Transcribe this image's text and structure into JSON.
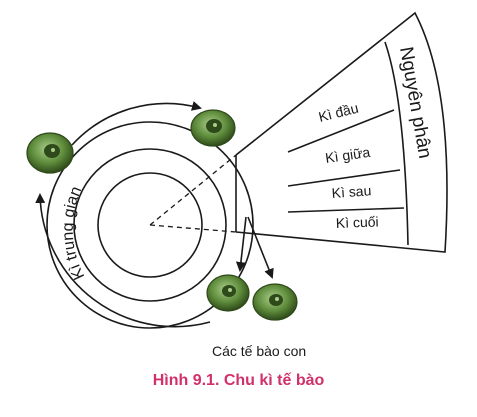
{
  "diagram": {
    "interphase_label": "Kì trung gian",
    "mitosis_label": "Nguyên phân",
    "phases": [
      "Kì đầu",
      "Kì giữa",
      "Kì sau",
      "Kì cuối"
    ],
    "daughter_cells_label": "Các tế bào con",
    "caption": "Hình 9.1. Chu kì tế bào"
  },
  "colors": {
    "line": "#1a1a1a",
    "cell_fill": "#5d8a3a",
    "cell_dark": "#2e4a1a",
    "cell_light": "#a9cf8a",
    "caption": "#d1306a"
  }
}
